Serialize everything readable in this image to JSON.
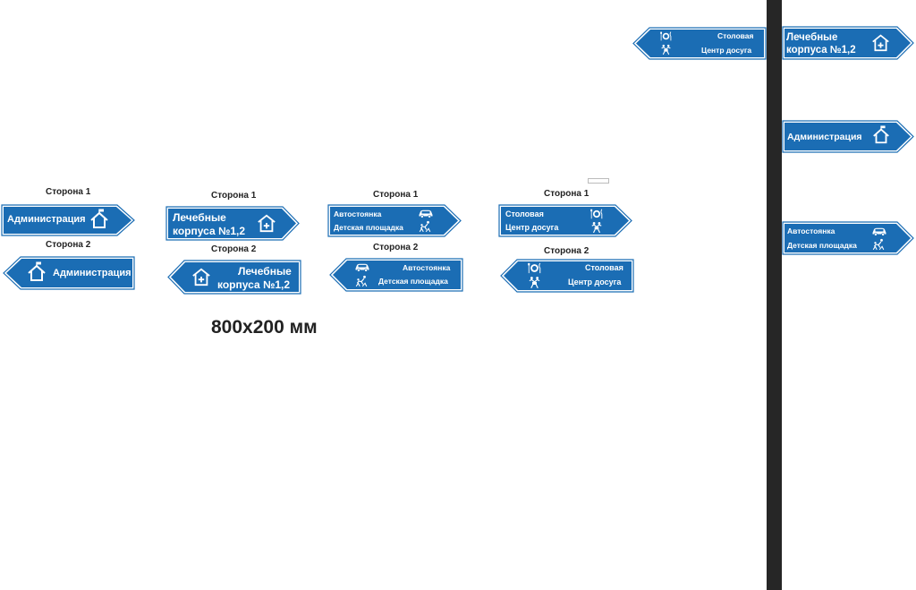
{
  "side1": "Сторона 1",
  "side2": "Сторона 2",
  "size": "800х200 мм",
  "colors": {
    "sign_blue": "#1b6db4",
    "border": "#1b6db4",
    "post": "#262626",
    "text": "#ffffff"
  },
  "signs": {
    "admin": "Администрация",
    "med_line1": "Лечебные",
    "med_line2": "корпуса №1,2",
    "parking": "Автостоянка",
    "playground": "Детская площадка",
    "canteen": "Столовая",
    "leisure": "Центр досуга"
  },
  "icons": [
    "house-flag-icon",
    "hospital-house-icon",
    "car-icon",
    "playground-icon",
    "canteen-icon",
    "leisure-icon"
  ]
}
